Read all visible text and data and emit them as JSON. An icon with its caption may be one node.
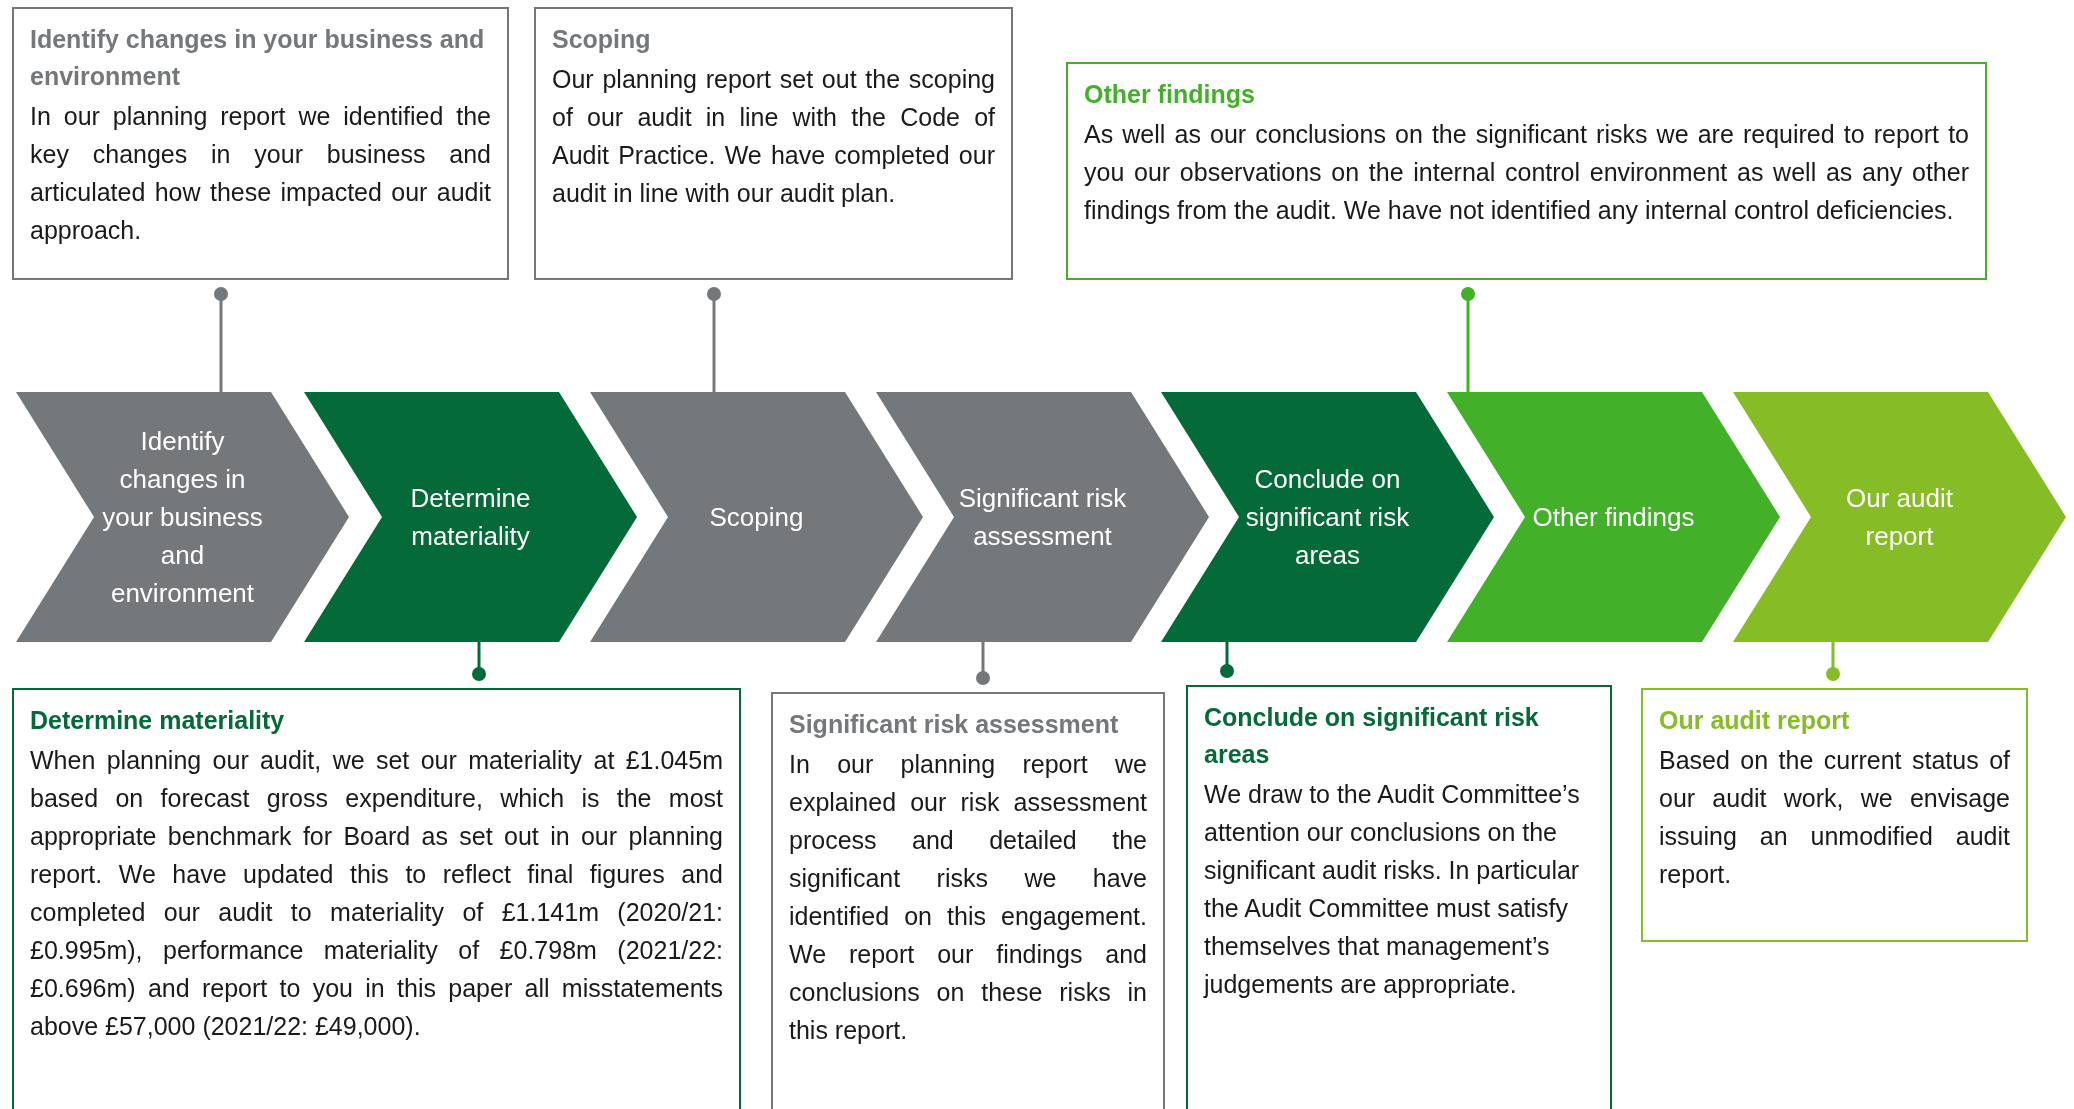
{
  "diagram": {
    "nodes": [
      {
        "text": [
          "Identify changes in your business and environment",
          "In our planning report we identified the key changes in your business and articulated how these impacted our audit approach."
        ]
      },
      {
        "text": [
          "Scoping",
          "Our planning report set out the scoping of our audit in line with the Code of Audit Practice. We have completed our audit in line with our audit plan."
        ]
      },
      {
        "text": [
          "Other findings",
          "As well as our conclusions on the significant risks we are required to report to you our observations on the internal control environment as well as any other findings from the audit. We have not identified any internal control deficiencies."
        ]
      },
      {
        "text": [
          "Identify changes in your business and environment"
        ]
      },
      {
        "text": [
          "Determine materiality"
        ]
      },
      {
        "text": [
          "Scoping"
        ]
      },
      {
        "text": [
          "Significant risk assessment"
        ]
      },
      {
        "text": [
          "Conclude on significant risk areas"
        ]
      },
      {
        "text": [
          "Other findings"
        ]
      },
      {
        "text": [
          "Our audit report"
        ]
      },
      {
        "text": [
          "Determine materiality",
          "When planning our audit, we set our materiality at £1.045m based on forecast gross expenditure, which is the most appropriate benchmark for Board as set out in our planning report. We have updated this to reflect final figures and completed our audit to materiality of £1.141m (2020/21: £0.995m), performance materiality of £0.798m (2021/22: £0.696m) and report to you in this paper all misstatements above £57,000 (2021/22: £49,000)."
        ]
      },
      {
        "text": [
          "Significant risk assessment",
          "In our planning report we explained our risk assessment process and detailed the significant risks we have identified on this engagement. We report our findings and conclusions on these risks in this report."
        ]
      },
      {
        "text": [
          "Conclude on significant risk areas",
          "We draw to the Audit Committee’s attention our conclusions on the significant audit risks. In particular the Audit Committee must satisfy themselves that management’s judgements are appropriate."
        ]
      },
      {
        "text": [
          "Our audit report",
          "Based on the current status of our audit work, we envisage issuing an unmodified audit report."
        ]
      }
    ],
    "edges": [
      {
        "from": 0,
        "to": 3,
        "arrow": "other",
        "color": "#75787b"
      },
      {
        "from": 1,
        "to": 5,
        "arrow": "other",
        "color": "#75787b"
      },
      {
        "from": 2,
        "to": 8,
        "arrow": "other",
        "color": "#43b02a"
      },
      {
        "from": 10,
        "to": 4,
        "arrow": "other",
        "color": "#046a38"
      },
      {
        "from": 11,
        "to": 6,
        "arrow": "other",
        "color": "#75787b"
      },
      {
        "from": 12,
        "to": 7,
        "arrow": "other",
        "color": "#046a38"
      },
      {
        "from": 13,
        "to": 9,
        "arrow": "other",
        "color": "#86bc25"
      }
    ]
  }
}
